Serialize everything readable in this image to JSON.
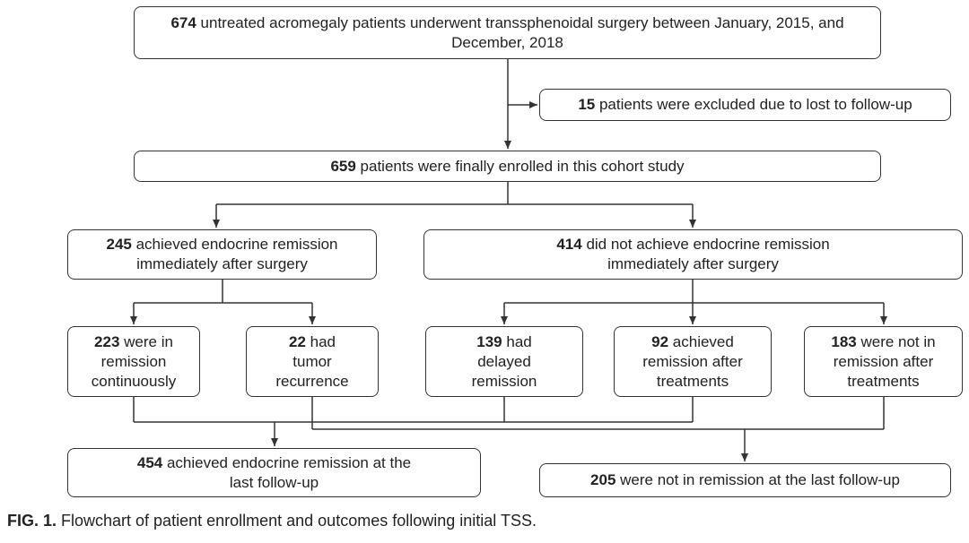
{
  "nodes": {
    "total": {
      "num": "674",
      "text": " untreated acromegaly patients underwent transsphenoidal surgery between January, 2015, and December, 2018"
    },
    "excluded": {
      "num": "15",
      "text": " patients were excluded due to lost to follow-up"
    },
    "enrolled": {
      "num": "659",
      "text": " patients were finally enrolled in this cohort study"
    },
    "immediate_remission": {
      "num": "245",
      "text": " achieved endocrine remission immediately after surgery"
    },
    "no_immediate_remission": {
      "num": "414",
      "text": " did not achieve endocrine remission immediately after surgery"
    },
    "continuous_remission": {
      "num": "223",
      "text": " were in remission continuously"
    },
    "recurrence": {
      "num": "22",
      "text": " had tumor recurrence"
    },
    "delayed_remission": {
      "num": "139",
      "text": " had delayed remission"
    },
    "remission_after_treatment": {
      "num": "92",
      "text": " achieved remission after treatments"
    },
    "no_remission_after_treatment": {
      "num": "183",
      "text": " were not in remission after treatments"
    },
    "final_remission": {
      "num": "454",
      "text": " achieved endocrine remission at the last follow-up"
    },
    "final_no_remission": {
      "num": "205",
      "text": " were not in remission at the last follow-up"
    }
  },
  "caption": {
    "label": "FIG. 1.",
    "text": " Flowchart of patient enrollment and outcomes following initial TSS."
  }
}
